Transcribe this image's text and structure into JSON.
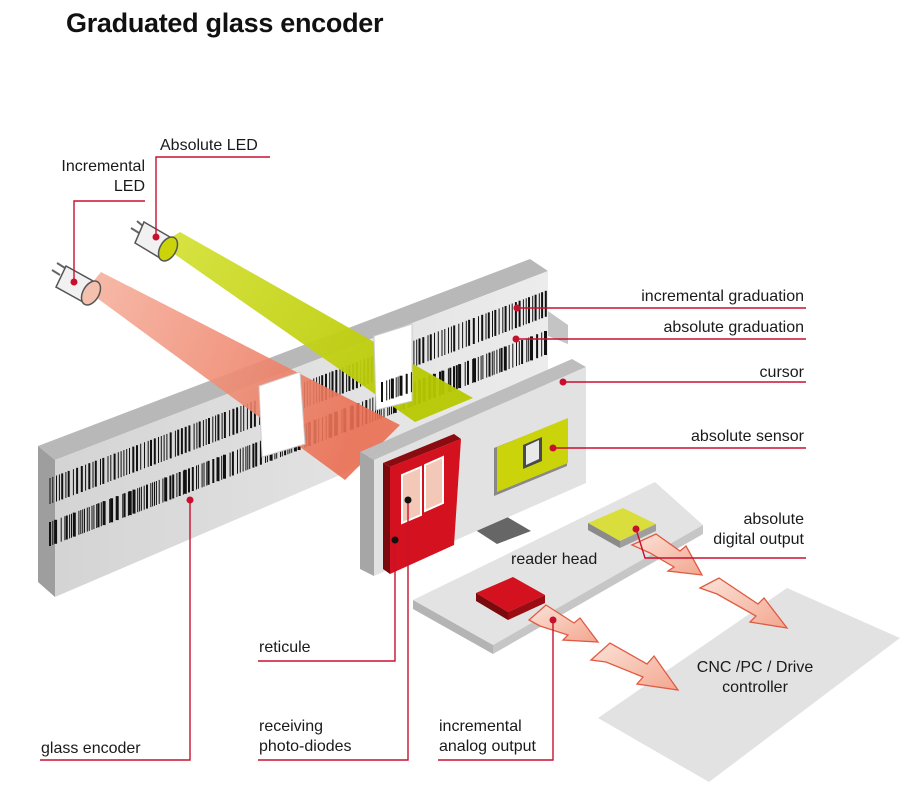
{
  "title": "Graduated glass encoder",
  "labels": {
    "absolute_led": "Absolute LED",
    "incremental_led": [
      "Incremental",
      "LED"
    ],
    "incremental_graduation": "incremental graduation",
    "absolute_graduation": "absolute graduation",
    "cursor": "cursor",
    "absolute_sensor": "absolute sensor",
    "absolute_digital_output": [
      "absolute",
      "digital output"
    ],
    "reader_head": "reader head",
    "cnc_controller": [
      "CNC /PC / Drive",
      "controller"
    ],
    "reticule": "reticule",
    "receiving_photo_diodes": [
      "receiving",
      "photo-diodes"
    ],
    "incremental_analog_output": [
      "incremental",
      "analog output"
    ],
    "glass_encoder": "glass encoder"
  },
  "colors": {
    "leader_line": "#c8102e",
    "red_component": "#d4111e",
    "yellow_component": "#cbd40a",
    "incremental_beam": "#f08a6e",
    "absolute_beam": "#c2d20e",
    "scale_body": "#d2d2d2",
    "controller_plate": "#e0e0e0"
  }
}
